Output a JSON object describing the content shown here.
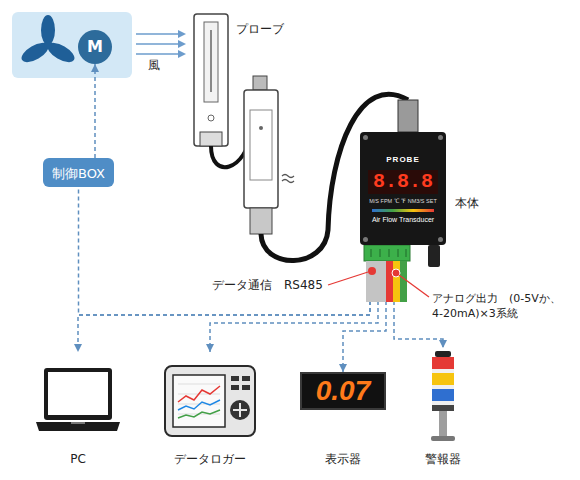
{
  "diagram": {
    "nodes": [
      {
        "text": [
          "M"
        ]
      },
      {
        "text": [
          "PROBE",
          "8.8.8",
          "M/S FPM ℃ ℉ NM3/S SET",
          "Air Flow Transducer"
        ]
      },
      {
        "text": [
          "制御BOX"
        ]
      },
      {
        "text": [
          "PC"
        ]
      },
      {
        "text": [
          "データロガー"
        ]
      },
      {
        "text": [
          "0.07",
          "表示器"
        ]
      },
      {
        "text": [
          "警報器"
        ]
      }
    ],
    "edges": [
      {
        "from": 1,
        "to": 3,
        "arrow": "to"
      },
      {
        "from": 1,
        "to": 2,
        "arrow": "none"
      },
      {
        "from": 2,
        "to": 0,
        "arrow": "to"
      },
      {
        "from": 1,
        "to": 4,
        "arrow": "to"
      },
      {
        "from": 1,
        "to": 5,
        "arrow": "to"
      },
      {
        "from": 1,
        "to": 6,
        "arrow": "to"
      }
    ],
    "labels": [
      "風",
      "プローブ",
      "本体",
      "データ通信　RS485",
      "アナログ出力　(0-5Vか、 4-20mA)×3系統"
    ]
  }
}
